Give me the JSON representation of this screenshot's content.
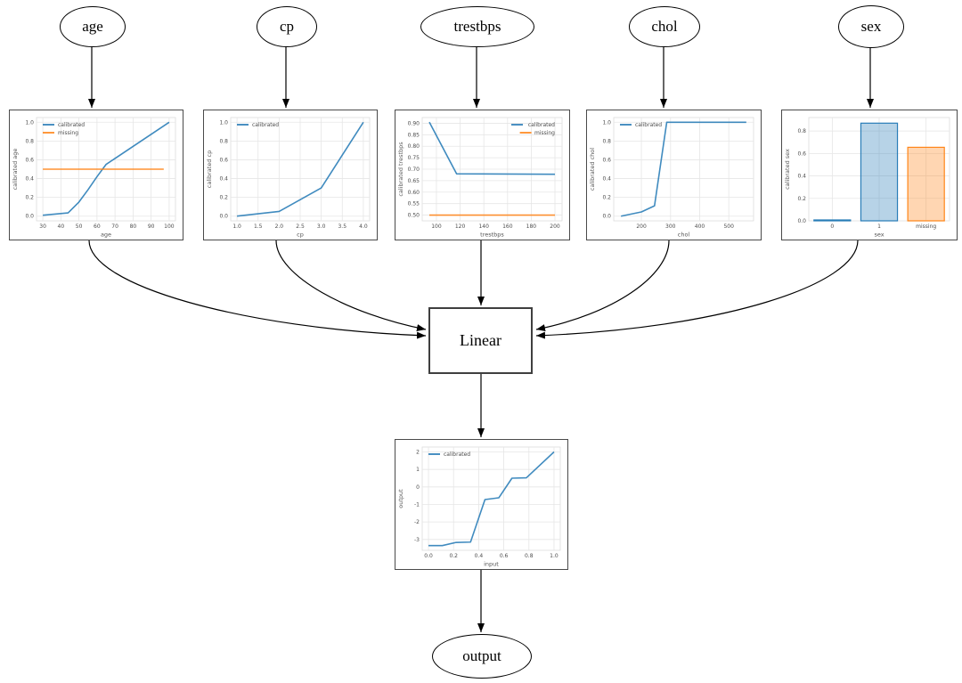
{
  "diagram": {
    "input_nodes": [
      {
        "id": "age",
        "label": "age"
      },
      {
        "id": "cp",
        "label": "cp"
      },
      {
        "id": "trestbps",
        "label": "trestbps"
      },
      {
        "id": "chol",
        "label": "chol"
      },
      {
        "id": "sex",
        "label": "sex"
      }
    ],
    "linear_node": {
      "label": "Linear"
    },
    "output_node": {
      "label": "output"
    }
  },
  "colors": {
    "calibrated_line": "#1f77b4",
    "missing_line": "#ff7f0e",
    "edge_stroke": "#000000",
    "grid": "#e6e6e6"
  },
  "chart_data": [
    {
      "id": "age_calibrator",
      "type": "line",
      "title": "",
      "xlabel": "age",
      "ylabel": "calibrated age",
      "xlim": [
        26.5,
        103.5
      ],
      "ylim": [
        -0.05,
        1.05
      ],
      "xticks": [
        30,
        40,
        50,
        60,
        70,
        80,
        90,
        100
      ],
      "xtick_labels": [
        "30",
        "40",
        "50",
        "60",
        "70",
        "80",
        "90",
        "100"
      ],
      "yticks": [
        0.0,
        0.2,
        0.4,
        0.6,
        0.8,
        1.0
      ],
      "ytick_labels": [
        "0.0",
        "0.2",
        "0.4",
        "0.6",
        "0.8",
        "1.0"
      ],
      "grid": true,
      "legend": "tl",
      "series": [
        {
          "name": "calibrated",
          "color": "#1f77b4",
          "x": [
            30,
            44,
            50,
            55,
            60,
            65,
            100
          ],
          "y": [
            0.01,
            0.035,
            0.15,
            0.28,
            0.42,
            0.55,
            1.0
          ]
        },
        {
          "name": "missing",
          "color": "#ff7f0e",
          "x": [
            30,
            97
          ],
          "y": [
            0.5,
            0.5
          ]
        }
      ]
    },
    {
      "id": "cp_calibrator",
      "type": "line",
      "title": "",
      "xlabel": "cp",
      "ylabel": "calibrated cp",
      "xlim": [
        0.85,
        4.15
      ],
      "ylim": [
        -0.05,
        1.05
      ],
      "xticks": [
        1.0,
        1.5,
        2.0,
        2.5,
        3.0,
        3.5,
        4.0
      ],
      "xtick_labels": [
        "1.0",
        "1.5",
        "2.0",
        "2.5",
        "3.0",
        "3.5",
        "4.0"
      ],
      "yticks": [
        0.0,
        0.2,
        0.4,
        0.6,
        0.8,
        1.0
      ],
      "ytick_labels": [
        "0.0",
        "0.2",
        "0.4",
        "0.6",
        "0.8",
        "1.0"
      ],
      "grid": true,
      "legend": "tl",
      "series": [
        {
          "name": "calibrated",
          "color": "#1f77b4",
          "x": [
            1.0,
            2.0,
            3.0,
            4.0
          ],
          "y": [
            0.0,
            0.05,
            0.3,
            1.0
          ]
        }
      ]
    },
    {
      "id": "trestbps_calibrator",
      "type": "line",
      "title": "",
      "xlabel": "trestbps",
      "ylabel": "calibrated trestbps",
      "xlim": [
        88,
        206
      ],
      "ylim": [
        0.475,
        0.925
      ],
      "xticks": [
        100,
        120,
        140,
        160,
        180,
        200
      ],
      "xtick_labels": [
        "100",
        "120",
        "140",
        "160",
        "180",
        "200"
      ],
      "yticks": [
        0.5,
        0.55,
        0.6,
        0.65,
        0.7,
        0.75,
        0.8,
        0.85,
        0.9
      ],
      "ytick_labels": [
        "0.50",
        "0.55",
        "0.60",
        "0.65",
        "0.70",
        "0.75",
        "0.80",
        "0.85",
        "0.90"
      ],
      "grid": true,
      "legend": "tr",
      "series": [
        {
          "name": "calibrated",
          "color": "#1f77b4",
          "x": [
            94,
            117,
            200
          ],
          "y": [
            0.905,
            0.68,
            0.678
          ]
        },
        {
          "name": "missing",
          "color": "#ff7f0e",
          "x": [
            94,
            200
          ],
          "y": [
            0.5,
            0.5
          ]
        }
      ]
    },
    {
      "id": "chol_calibrator",
      "type": "line",
      "title": "",
      "xlabel": "chol",
      "ylabel": "calibrated chol",
      "xlim": [
        105,
        585
      ],
      "ylim": [
        -0.05,
        1.05
      ],
      "xticks": [
        200,
        300,
        400,
        500
      ],
      "xtick_labels": [
        "200",
        "300",
        "400",
        "500"
      ],
      "yticks": [
        0.0,
        0.2,
        0.4,
        0.6,
        0.8,
        1.0
      ],
      "ytick_labels": [
        "0.0",
        "0.2",
        "0.4",
        "0.6",
        "0.8",
        "1.0"
      ],
      "grid": true,
      "legend": "tl",
      "series": [
        {
          "name": "calibrated",
          "color": "#1f77b4",
          "x": [
            130,
            200,
            245,
            287,
            560
          ],
          "y": [
            0.0,
            0.045,
            0.11,
            1.0,
            1.0
          ]
        }
      ]
    },
    {
      "id": "sex_calibrator",
      "type": "bar",
      "title": "",
      "xlabel": "sex",
      "ylabel": "calibrated sex",
      "categories": [
        "0",
        "1",
        "missing"
      ],
      "values": [
        0.008,
        0.87,
        0.655
      ],
      "bar_colors": [
        "#1f77b4",
        "#1f77b4",
        "#ff7f0e"
      ],
      "ylim": [
        0,
        0.92
      ],
      "yticks": [
        0.0,
        0.2,
        0.4,
        0.6,
        0.8
      ],
      "ytick_labels": [
        "0.0",
        "0.2",
        "0.4",
        "0.6",
        "0.8"
      ],
      "grid": true,
      "legend": "none"
    },
    {
      "id": "output_calibrator",
      "type": "line",
      "title": "",
      "xlabel": "input",
      "ylabel": "output",
      "xlim": [
        -0.05,
        1.05
      ],
      "ylim": [
        -3.62,
        2.28
      ],
      "xticks": [
        0.0,
        0.2,
        0.4,
        0.6,
        0.8,
        1.0
      ],
      "xtick_labels": [
        "0.0",
        "0.2",
        "0.4",
        "0.6",
        "0.8",
        "1.0"
      ],
      "yticks": [
        -3,
        -2,
        -1,
        0,
        1,
        2
      ],
      "ytick_labels": [
        "-3",
        "-2",
        "-1",
        "0",
        "1",
        "2"
      ],
      "grid": true,
      "legend": "tl",
      "series": [
        {
          "name": "calibrated",
          "color": "#1f77b4",
          "x": [
            0.0,
            0.11,
            0.22,
            0.335,
            0.45,
            0.56,
            0.665,
            0.78,
            1.0
          ],
          "y": [
            -3.35,
            -3.35,
            -3.17,
            -3.15,
            -0.72,
            -0.62,
            0.5,
            0.52,
            2.0
          ]
        }
      ]
    }
  ]
}
